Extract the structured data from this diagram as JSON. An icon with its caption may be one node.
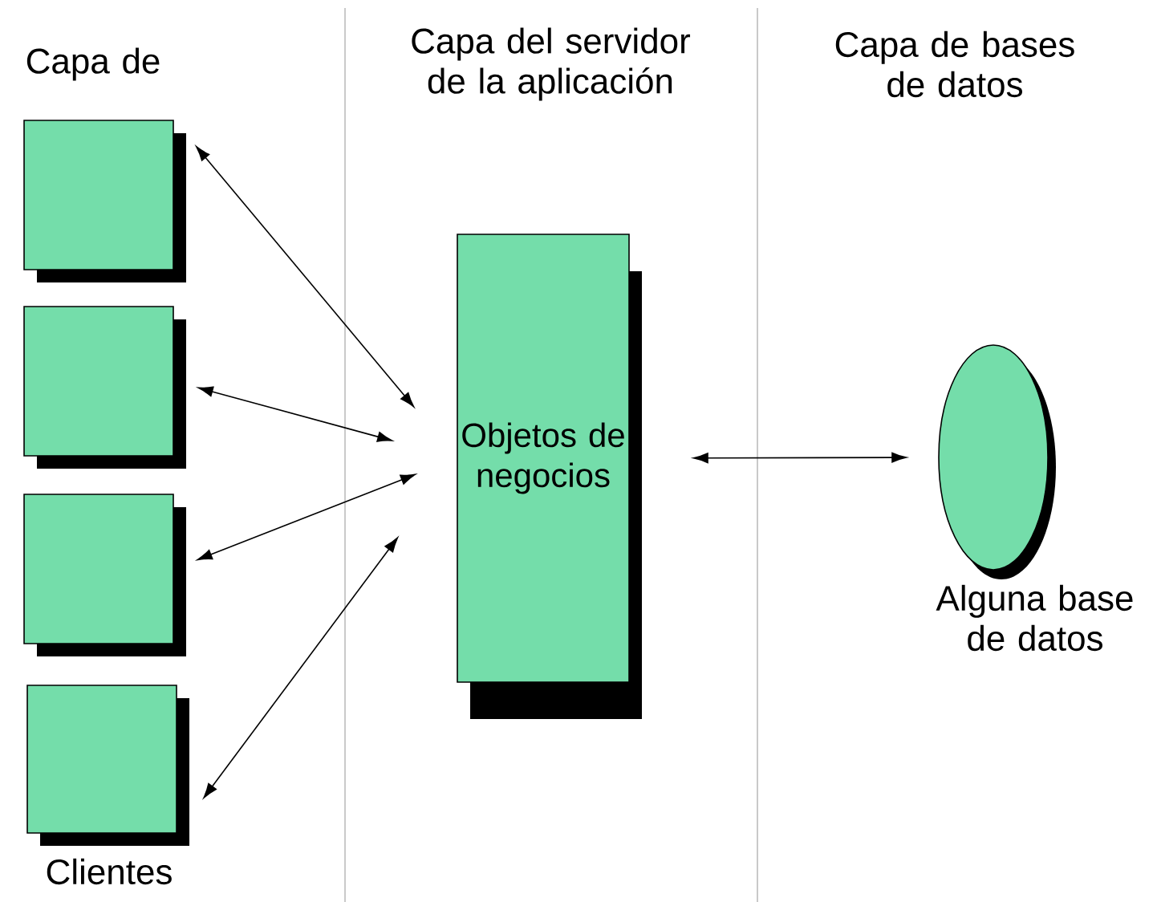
{
  "diagram": {
    "nodes": [
      {
        "text": [],
        "shape": "box"
      },
      {
        "text": [],
        "shape": "box"
      },
      {
        "text": [],
        "shape": "box"
      },
      {
        "text": [],
        "shape": "box"
      },
      {
        "text": [
          "Objetos de negocios"
        ]
      },
      {
        "text": [],
        "shape": "ellipse",
        "beside": [
          "Alguna base de datos"
        ]
      }
    ],
    "edges": [
      {
        "from": 0,
        "to": 4,
        "arrow": "both"
      },
      {
        "from": 1,
        "to": 4,
        "arrow": "both"
      },
      {
        "from": 2,
        "to": 4,
        "arrow": "both"
      },
      {
        "from": 3,
        "to": 4,
        "arrow": "both"
      },
      {
        "from": 4,
        "to": 5,
        "arrow": "both"
      }
    ],
    "labels": [
      "Capa de",
      "Capa del servidor de la aplicación",
      "Capa de bases de datos",
      "Clientes"
    ]
  }
}
